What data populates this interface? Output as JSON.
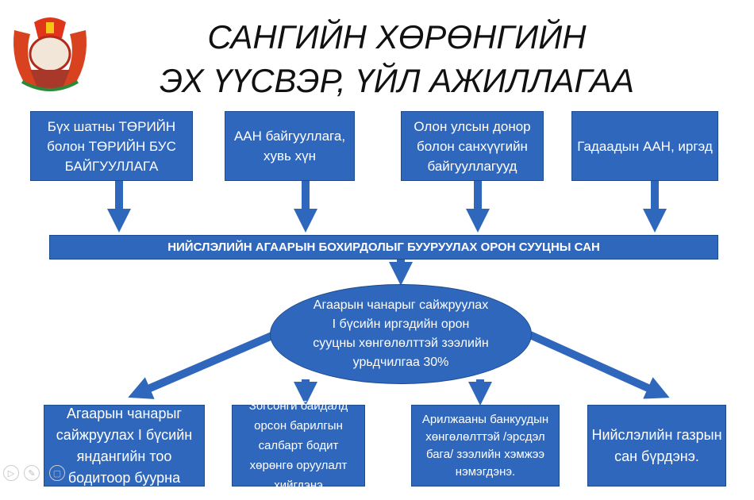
{
  "title": {
    "line1": "САНГИЙН ХӨРӨНГИЙН",
    "line2": "ЭХ ҮҮСВЭР, ҮЙЛ АЖИЛЛАГАА"
  },
  "sources": [
    "Бүх шатны ТӨРИЙН болон ТӨРИЙН БУС БАЙГУУЛЛАГА",
    "ААН байгууллага, хувь хүн",
    "Олон улсын донор болон санхүүгийн байгууллагууд",
    "Гадаадын ААН, иргэд"
  ],
  "fund": "НИЙСЛЭЛИЙН АГААРЫН БОХИРДОЛЫГ БУУРУУЛАХ ОРОН СУУЦНЫ САН",
  "center": "Агаарын чанарыг сайжруулах I бүсийн иргэдийн орон сууцны хөнгөлөлттэй зээлийн урьдчилгаа 30%",
  "outcomes": [
    "Агаарын чанарыг сайжруулах I бүсийн яндангийн тоо бодитоор буурна",
    "Зогсонги байдалд орсон барилгын салбарт бодит хөрөнгө оруулалт хийгдэнэ",
    "Арилжааны банкуудын хөнгөлөлттэй /эрсдэл бага/ зээлийн хэмжээ нэмэгдэнэ.",
    "Нийслэлийн газрын сан бүрдэнэ."
  ],
  "colors": {
    "box": "#2f67bd",
    "border": "#1d4c8f"
  }
}
